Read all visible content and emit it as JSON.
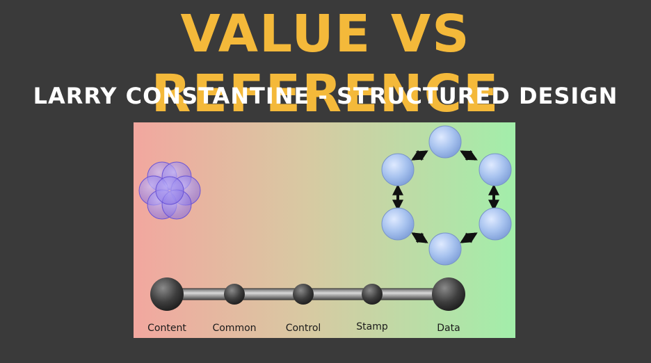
{
  "slide": {
    "title": "VALUE VS REFERENCE",
    "subtitle": "LARRY CONSTANTINE - STRUCTURED DESIGN"
  },
  "diagram": {
    "scale_labels": [
      "Content",
      "Common",
      "Control",
      "Stamp",
      "Data"
    ],
    "gradient_colors": {
      "left": "#f1a8a0",
      "middle": "#d9c9a0",
      "right": "#a4ecab"
    },
    "accent_colors": {
      "title": "#f4b93a",
      "module_fill": "#a9c4f0",
      "overlap_fill": "#9c8de8"
    }
  }
}
